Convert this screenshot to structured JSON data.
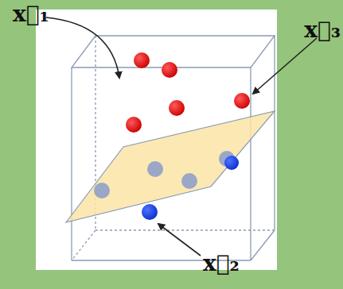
{
  "diagram": {
    "labels": [
      "x⃗₁",
      "x⃗₃",
      "x⃗₂"
    ]
  }
}
